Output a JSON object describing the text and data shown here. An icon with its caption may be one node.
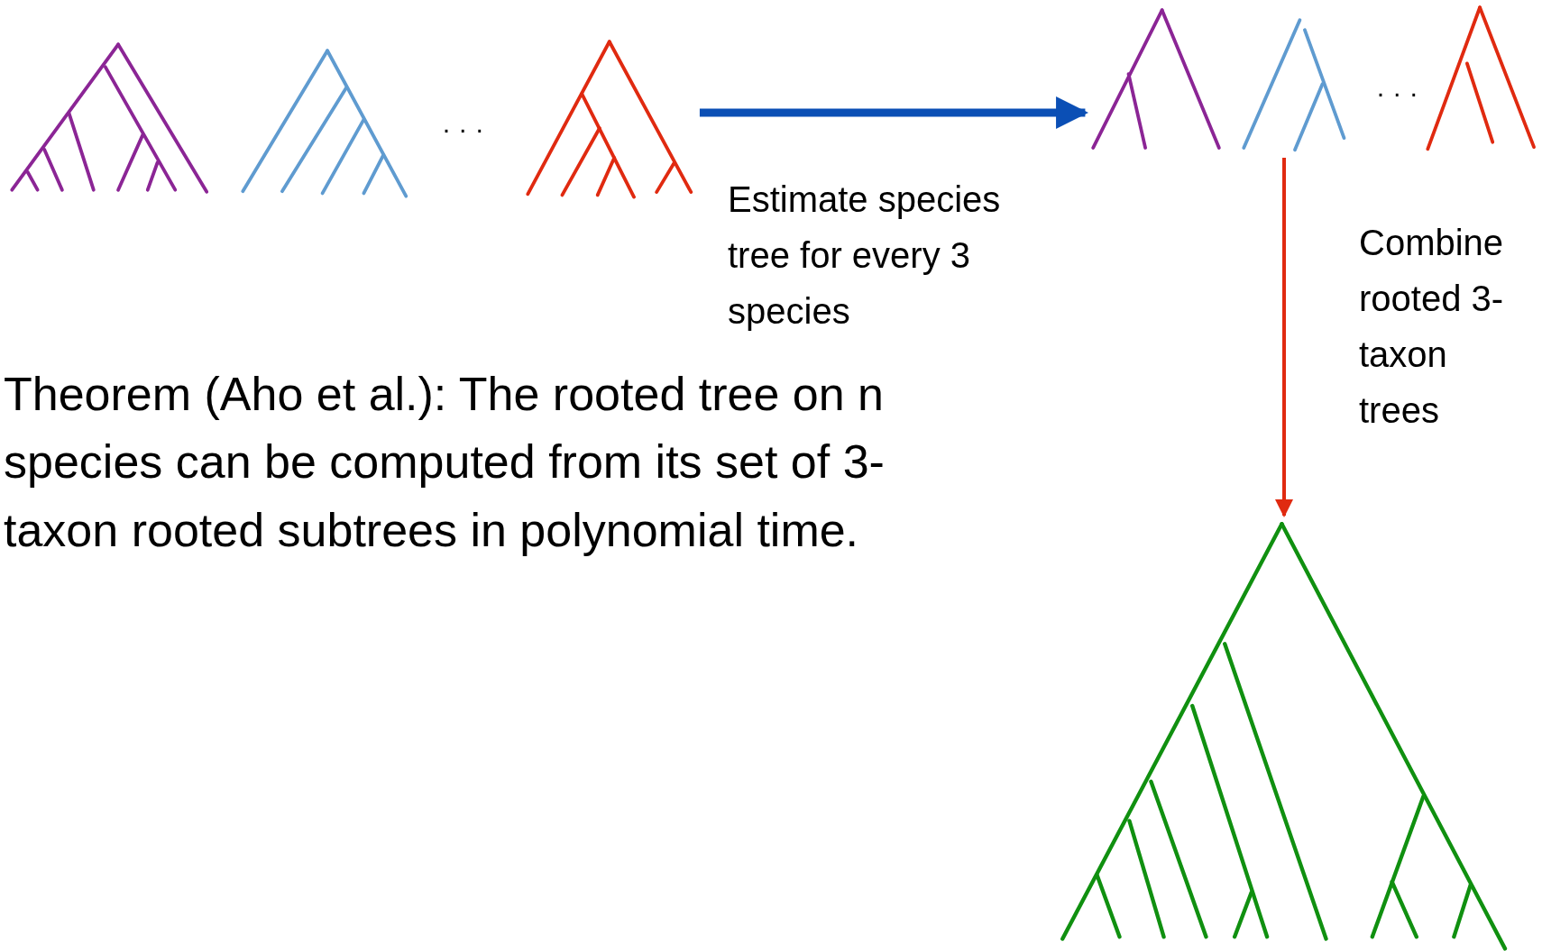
{
  "diagram": {
    "nodes": [
      {
        "text": [],
        "shape": "picture"
      },
      {
        "text": [],
        "shape": "picture"
      },
      {
        "text": [],
        "shape": "picture"
      },
      {
        "text": [],
        "shape": "picture"
      },
      {
        "text": [],
        "shape": "picture"
      },
      {
        "text": [],
        "shape": "picture"
      },
      {
        "text": [],
        "shape": "picture"
      }
    ],
    "edges": [
      {
        "from": 2,
        "to": 3,
        "arrow": "to",
        "label": "Estimate species tree for every 3 species",
        "style": "thick",
        "color": "#0b4fb5"
      },
      {
        "from": 4,
        "to": 6,
        "arrow": "to",
        "label": "Combine rooted 3-taxon trees",
        "color": "#e02a10"
      }
    ],
    "labels": [
      "· · ·",
      "· · ·",
      "Theorem (Aho et al.): The rooted tree on n species can be computed from its set of 3-taxon rooted subtrees in polynomial time."
    ]
  }
}
